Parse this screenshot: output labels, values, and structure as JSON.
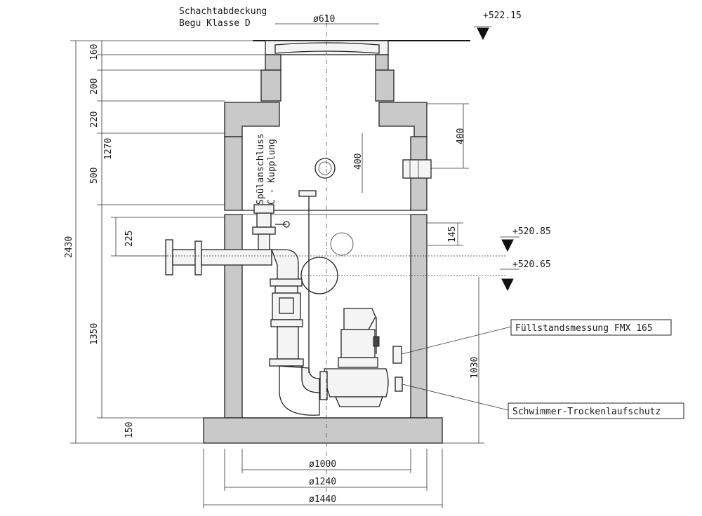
{
  "labels": {
    "cover_line1": "Schachtabdeckung",
    "cover_line2": "Begu Klasse D",
    "flush_line1": "Spülanschluss",
    "flush_line2": "C - Kupplung",
    "level_meter": "Füllstandsmessung FMX 165",
    "float_switch": "Schwimmer-Trockenlaufschutz"
  },
  "elevations": {
    "top": "+522.15",
    "mid": "+520.85",
    "low": "+520.65"
  },
  "dimensions": {
    "cover_dia": "ø610",
    "d160": "160",
    "d200": "200",
    "d220": "220",
    "d1270": "1270",
    "d500": "500",
    "d2430": "2430",
    "d225": "225",
    "d1350": "1350",
    "d150": "150",
    "d400_right": "400",
    "d400_inner": "400",
    "d145": "145",
    "d1030": "1030",
    "dia1000": "ø1000",
    "dia1240": "ø1240",
    "dia1440": "ø1440"
  }
}
